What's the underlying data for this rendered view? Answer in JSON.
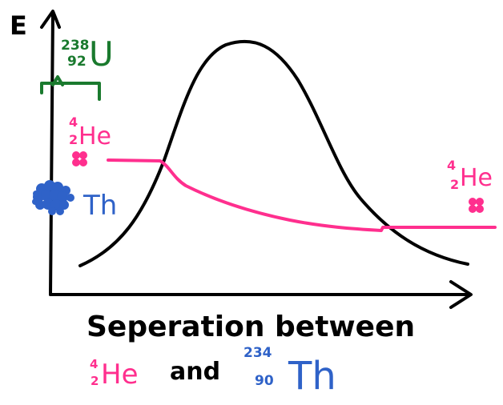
{
  "colors": {
    "ink": "#000000",
    "pink": "#ff2f8e",
    "green": "#1a7a2e",
    "blue": "#2f62c8"
  },
  "axes": {
    "y_label": "E",
    "x_label": "Seperation between"
  },
  "uranium": {
    "mass": "238",
    "atomic": "92",
    "symbol": "U"
  },
  "helium_left": {
    "mass": "4",
    "atomic": "2",
    "symbol": "He"
  },
  "thorium_left": {
    "symbol": "Th"
  },
  "helium_right": {
    "mass": "4",
    "atomic": "2",
    "symbol": "He"
  },
  "caption": {
    "he_mass": "4",
    "he_atomic": "2",
    "he_symbol": "He",
    "conjunction": "and",
    "th_mass": "234",
    "th_atomic": "90",
    "th_symbol": "Th"
  }
}
